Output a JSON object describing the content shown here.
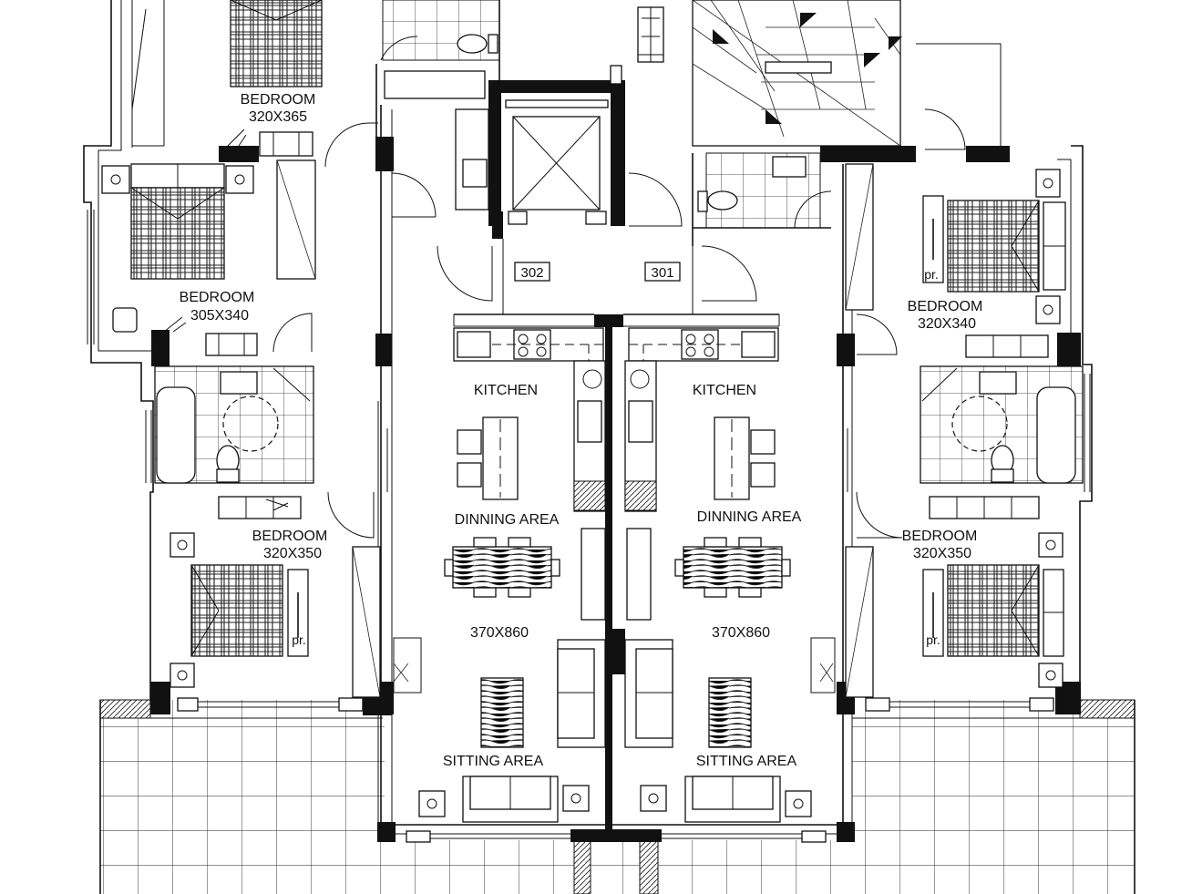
{
  "units": [
    "302",
    "301"
  ],
  "rooms": {
    "bedroom_top": {
      "label": "BEDROOM",
      "size": "320X365"
    },
    "bedroom_left_mid": {
      "label": "BEDROOM",
      "size": "305X340"
    },
    "bedroom_left_low": {
      "label": "BEDROOM",
      "size": "320X350"
    },
    "bedroom_right_mid": {
      "label": "BEDROOM",
      "size": "320X340"
    },
    "bedroom_right_low": {
      "label": "BEDROOM",
      "size": "320X350"
    },
    "kitchen_left": {
      "label": "KITCHEN"
    },
    "kitchen_right": {
      "label": "KITCHEN"
    },
    "dining_left": {
      "label": "DINNING AREA"
    },
    "dining_right": {
      "label": "DINNING AREA"
    },
    "living_left": {
      "size": "370X860"
    },
    "living_right": {
      "size": "370X860"
    },
    "sitting_left": {
      "label": "SITTING AREA"
    },
    "sitting_right": {
      "label": "SITTING AREA"
    }
  },
  "wardrobe_labels": {
    "left": "pr.",
    "right_mid": "pr.",
    "right_low": "pr."
  }
}
